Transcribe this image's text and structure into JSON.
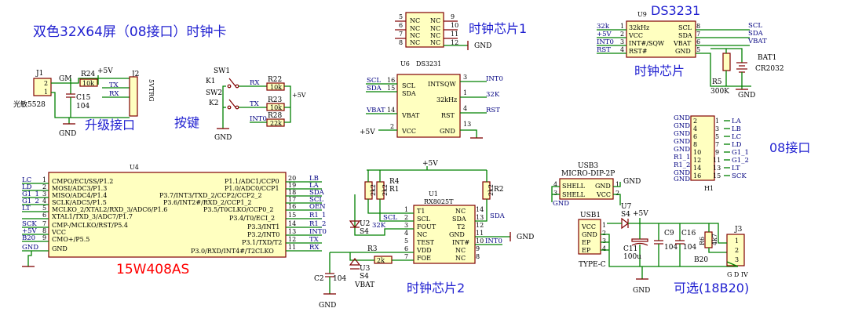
{
  "colors": {
    "wire": "#008000",
    "part": "#800000",
    "text": "#000080",
    "title": "#2b2bd6",
    "red": "#ff0000",
    "fill": "#ffffc0"
  },
  "titles": {
    "main": "双色32X64屏（08接口）时钟卡",
    "upgrade": "升级接口",
    "keys": "按键",
    "rtc1": "时钟芯片1",
    "ds3231": "DS3231",
    "rtc_pins": "时钟芯片",
    "iface08": "08接口",
    "mcu": "15W408AS",
    "rtc2": "时钟芯片2",
    "optional": "可选(18B20)"
  },
  "j1": {
    "ref": "J1",
    "pins": [
      "2",
      "1"
    ],
    "label": "光敏5528"
  },
  "upgrade": {
    "net_gm": "GM",
    "r24_ref": "R24",
    "r24_val": "10k",
    "vcc": "+5V",
    "c15_ref": "C15",
    "c15_val": "104",
    "tx": "TX",
    "rx": "RX",
    "gnd": "GND",
    "j2_ref": "J2",
    "j2_label": "5VTRG"
  },
  "keys": {
    "sw1": "SW1",
    "k1": "K1",
    "sw2": "SW2",
    "k2": "K2",
    "rx": "RX",
    "tx": "TX",
    "int0": "INT0",
    "vcc": "+5V",
    "gnd": "GND",
    "r22": "R22",
    "r22_val": "10k",
    "r23": "R23",
    "r23_val": "10k",
    "r28": "R28",
    "r28_val": "22k"
  },
  "u6": {
    "ref": "U6",
    "part": "DS3231",
    "nc": "NC",
    "left_pins": [
      "5",
      "6",
      "7",
      "8"
    ],
    "right_pins": [
      "9",
      "10",
      "11",
      "12"
    ],
    "gnd": "GND"
  },
  "u9": {
    "ref": "U9",
    "left_nets": [
      "32k",
      "+5V",
      "INT0",
      "RST"
    ],
    "left_pins": [
      "1",
      "2",
      "3",
      "4"
    ],
    "left_labels": [
      "32kHz",
      "VCC",
      "INT#/SQW",
      "RST#"
    ],
    "right_labels": [
      "SCL",
      "SDA",
      "VBAT",
      "GND"
    ],
    "right_pins": [
      "8",
      "7",
      "6",
      "5"
    ],
    "right_nets": [
      "SCL",
      "SDA",
      "VBAT"
    ],
    "bat_ref": "BAT1",
    "bat_val": "CR2032",
    "r5_ref": "R5",
    "r5_val": "300K",
    "gnd": "GND"
  },
  "rtc_mid": {
    "left_nets": [
      "SCL",
      "SDA",
      "VBAT"
    ],
    "left_pins": [
      "16",
      "15",
      "14"
    ],
    "left_labels": [
      "SCL",
      "SDA",
      "VBAT",
      "VCC"
    ],
    "vcc_net": "+5V",
    "vcc_pin": "2",
    "right_labels": [
      "INTSQW",
      "32kHz",
      "RST",
      "GND"
    ],
    "right_pins": [
      "3",
      "1",
      "4",
      "13"
    ],
    "right_nets": [
      "INT0",
      "32K",
      "RST"
    ]
  },
  "h1": {
    "ref": "H1",
    "left_nets": [
      "GND",
      "GND",
      "GND",
      "GND",
      "GND",
      "R1_1",
      "R1_2",
      "GND",
      "GND"
    ],
    "left_pins": [
      "2",
      "4",
      "6",
      "8",
      "10",
      "12",
      "14",
      "16"
    ],
    "right_pins": [
      "1",
      "3",
      "5",
      "7",
      "9",
      "11",
      "13",
      "15"
    ],
    "right_nets": [
      "LA",
      "LB",
      "LC",
      "LD",
      "G1_1",
      "G1_2",
      "LT",
      "SCK"
    ]
  },
  "u4": {
    "ref": "U4",
    "left_nets": [
      "LC",
      "LD",
      "G1_1",
      "G1_2",
      "LT",
      "SCK",
      "+5V",
      "B20",
      "GND"
    ],
    "left_pins": [
      "1",
      "2",
      "3",
      "4",
      "5",
      "6",
      "7",
      "8",
      "9"
    ],
    "left_labels": [
      "CMPO/ECI/SS/P1.2",
      "MOSI/ADC3/P1.3",
      "MISO/ADC4/P1.4",
      "SCLK/ADC5/P1.5",
      "MCLKO_2/XTAL2/RXD_3/ADC6/P1.6",
      "XTAL1/TXD_3/ADC7/P1.7",
      "CMP-/MCLKO/RST/P5.4",
      "VCC",
      "CMO+/P5.5",
      "GND"
    ],
    "right_labels": [
      "P1.1/ADC1/CCP0",
      "P1.0/ADC0/CCP1",
      "P3.7/INT3/TXD_2/CCP2/CCP2_2",
      "P3.6/INT2#/RXD_2/CCP1_2",
      "P3.5/T0CLKO/CCP0_2",
      "P3.4/T0/ECI_2",
      "P3.3/INT1",
      "P3.2/INT0",
      "P3.1/TXD/T2",
      "P3.0/RXD/INT4#/T2CLKO"
    ],
    "right_pins": [
      "20",
      "19",
      "18",
      "17",
      "16",
      "15",
      "14",
      "13",
      "12",
      "11"
    ],
    "right_nets": [
      "LB",
      "LA",
      "SDA",
      "SCL",
      "OEN",
      "R1_1",
      "R1_2",
      "INT0",
      "TX",
      "RX"
    ]
  },
  "u1": {
    "ref": "U1",
    "part": "RX8025T",
    "vcc": "+5V",
    "left_labels": [
      "T1",
      "SCL",
      "FOUT",
      "NC",
      "TEST",
      "VDD",
      "FOE"
    ],
    "left_pins": [
      "1",
      "2",
      "3",
      "4",
      "5",
      "6",
      "7"
    ],
    "right_labels": [
      "NC",
      "SDA",
      "T2",
      "GND",
      "INT#",
      "NC",
      "NC"
    ],
    "right_pins": [
      "14",
      "13",
      "12",
      "11",
      "10",
      "9",
      "8"
    ],
    "right_nets": [
      "SDA",
      "GND",
      "INT0"
    ],
    "scl_net": "SCL",
    "k32": "32K",
    "r4": "R4",
    "r1": "R1",
    "r2": "R2",
    "r3": "R3",
    "rval": "2k2",
    "r3_val": "2k",
    "d4": "S4",
    "u2": "U2",
    "u3": "U3",
    "s4b": "S4",
    "vbat": "VBAT",
    "c2": "C2",
    "c2_val": "104",
    "gnd": "GND"
  },
  "usb": {
    "usb3": "USB3",
    "part": "MICRO-DIP-2P",
    "shell": "SHELL",
    "gnd": "GND",
    "vcc": "VCC",
    "pins": [
      "4",
      "3",
      "1",
      "2"
    ],
    "u7": "U7",
    "s4": "S4",
    "vcc_net": "+5V",
    "usb1": "USB1",
    "usb1_pins": [
      "VCC",
      "GND",
      "EP",
      "EP"
    ],
    "usb1_nums": [
      "1",
      "2",
      "3",
      "4"
    ],
    "usb1_type": "TYPE-C",
    "c11": "C11",
    "c11_val": "100u",
    "c9": "C9",
    "c9_val": "104",
    "c16": "C16",
    "c16_val": "104",
    "r6": "R6",
    "r6_val": "4k7",
    "b20": "B20",
    "j3": "J3",
    "j3_pins": [
      "1",
      "2",
      "3"
    ],
    "j3_label": "G D IV"
  }
}
